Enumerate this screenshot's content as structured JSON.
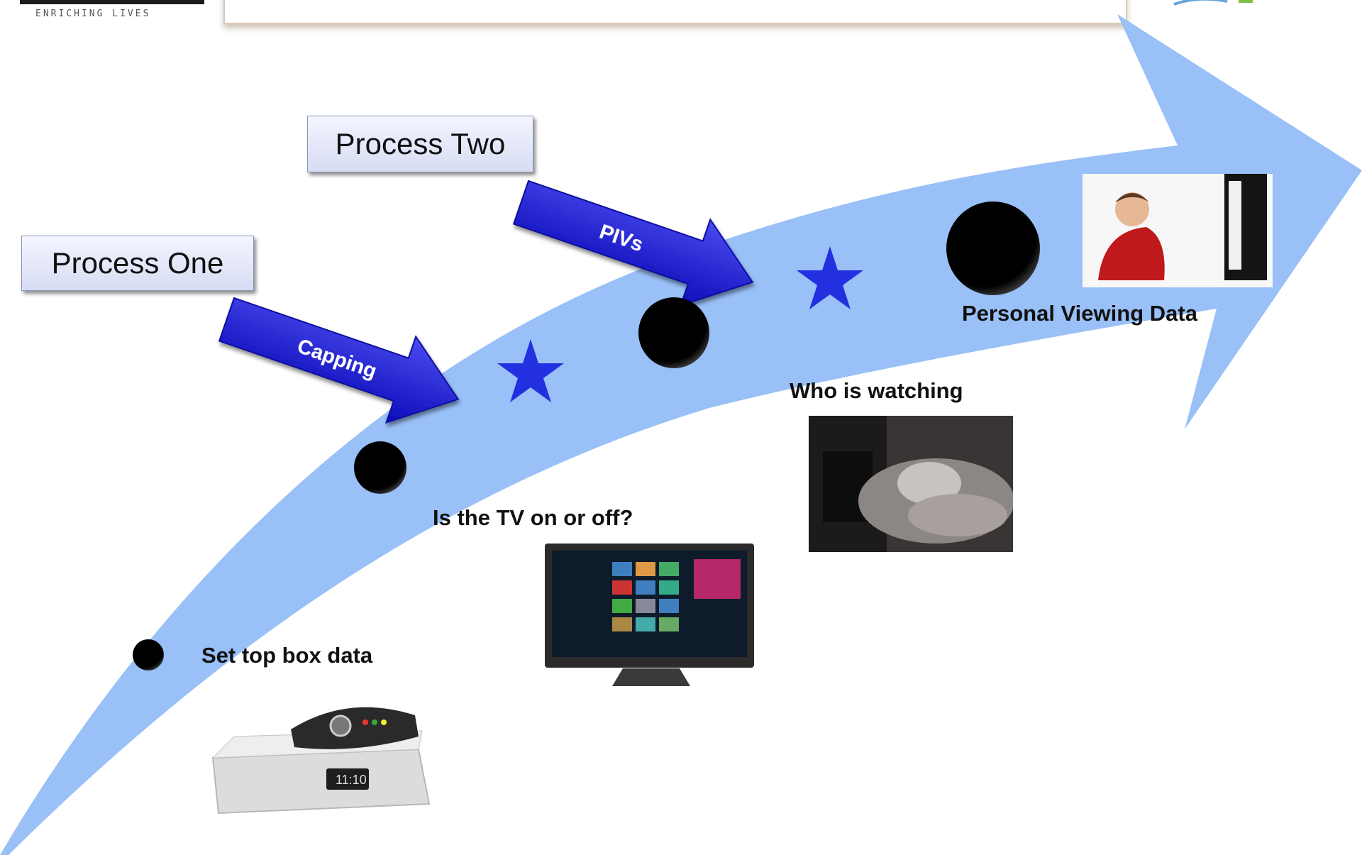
{
  "header": {
    "logo_tagline": "ENRICHING LIVES"
  },
  "processes": [
    {
      "label": "Process One",
      "arrow_label": "Capping"
    },
    {
      "label": "Process Two",
      "arrow_label": "PIVs"
    }
  ],
  "stages": [
    {
      "label": "Set top box data",
      "photo": "set-top-box-photo"
    },
    {
      "label": "Is the TV on or off?",
      "photo": "tv-photo"
    },
    {
      "label": "Who is watching",
      "photo": "sleeping-viewer-photo"
    },
    {
      "label": "Personal Viewing Data",
      "photo": "child-watching-tv-photo"
    }
  ],
  "colors": {
    "main_arrow": "#99c0f7",
    "process_arrow": "#1a1ad6",
    "star": "#2330e0",
    "dot": "#000000"
  }
}
